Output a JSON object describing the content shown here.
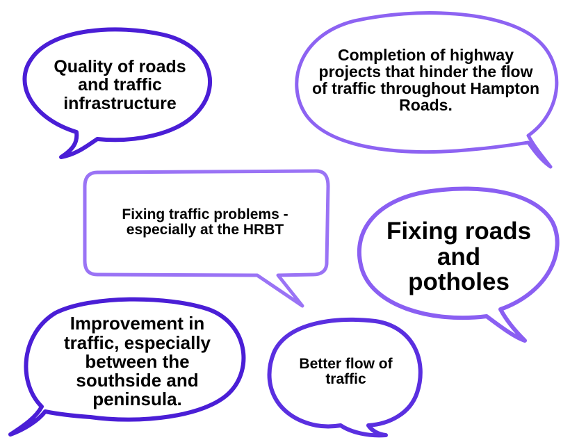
{
  "bubbles": [
    {
      "text": "Quality of roads and traffic infrastructure",
      "color": "#4a1ed6"
    },
    {
      "text": "Completion of highway projects that hinder the flow of traffic throughout Hampton Roads.",
      "color": "#8d63f2"
    },
    {
      "text": "Fixing traffic problems - especially at the HRBT",
      "color": "#9a73f5"
    },
    {
      "text": "Fixing roads and potholes",
      "color": "#8a5ff2"
    },
    {
      "text": "Improvement in traffic, especially between the southside and peninsula.",
      "color": "#4a1ed6"
    },
    {
      "text": "Better flow of traffic",
      "color": "#5a2fe0"
    }
  ]
}
